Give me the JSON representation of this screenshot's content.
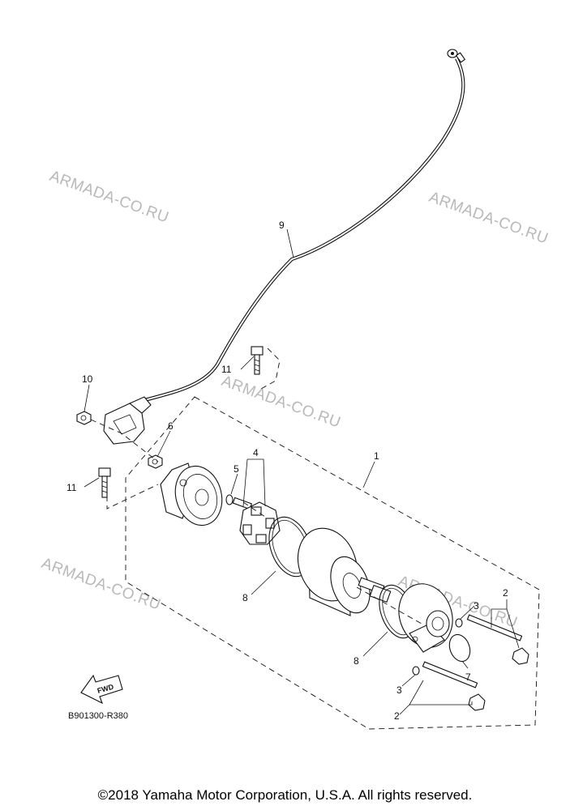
{
  "watermarks": [
    "ARMADA-CO.RU",
    "ARMADA-CO.RU",
    "ARMADA-CO.RU",
    "ARMADA-CO.RU",
    "ARMADA-CO.RU"
  ],
  "callouts": {
    "c1": "1",
    "c2a": "2",
    "c2b": "2",
    "c3a": "3",
    "c3b": "3",
    "c4": "4",
    "c5": "5",
    "c6": "6",
    "c7": "7",
    "c8a": "8",
    "c8b": "8",
    "c9": "9",
    "c10": "10",
    "c11a": "11",
    "c11b": "11"
  },
  "fwd_label": "FWD",
  "diagram_code": "B901300-R380",
  "copyright": "©2018 Yamaha Motor Corporation, U.S.A. All rights reserved."
}
